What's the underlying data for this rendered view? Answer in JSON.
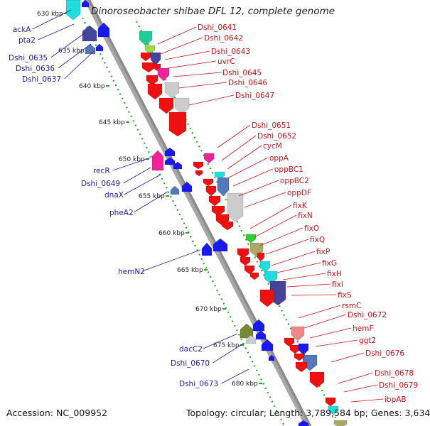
{
  "title": "Dinoroseobacter shibae DFL 12, complete genome",
  "footer": {
    "accession_label": "Accession: NC_009952",
    "topology_label": "Topology: circular; Length: 3,789,584 bp; Genes: 3,634"
  },
  "ruler": {
    "ticks": [
      "630 kbp",
      "635 kbp",
      "640 kbp",
      "645 kbp",
      "650 kbp",
      "655 kbp",
      "660 kbp",
      "665 kbp",
      "670 kbp",
      "675 kbp",
      "680 kbp"
    ]
  },
  "gene_labels_left": [
    "ackA",
    "pta2",
    "Dshi_0635",
    "Dshi_0636",
    "Dshi_0637",
    "recR",
    "Dshi_0649",
    "dnaX",
    "pheA2",
    "hemN2",
    "dacC2",
    "Dshi_0670",
    "Dshi_0673"
  ],
  "gene_labels_right": [
    "Dshi_0641",
    "Dshi_0642",
    "Dshi_0643",
    "uvrC",
    "Dshi_0645",
    "Dshi_0646",
    "Dshi_0647",
    "Dshi_0651",
    "Dshi_0652",
    "cycM",
    "oppA",
    "oppBC1",
    "oppBC2",
    "oppDF",
    "fixK",
    "fixN",
    "fixO",
    "fixQ",
    "fixP",
    "fixG",
    "fixH",
    "fixI",
    "fixS",
    "rsmC",
    "Dshi_0672",
    "hemF",
    "ggt2",
    "Dshi_0676",
    "Dshi_0678",
    "Dshi_0679",
    "ibpAB"
  ],
  "colors": {
    "backbone": "#a6a6a6",
    "ruler_dots": "#22aa22",
    "left_label": "#1a1aaa",
    "right_label": "#cc1111",
    "forward_gene": "#ee1111",
    "reverse_gene": "#1a1aee"
  }
}
